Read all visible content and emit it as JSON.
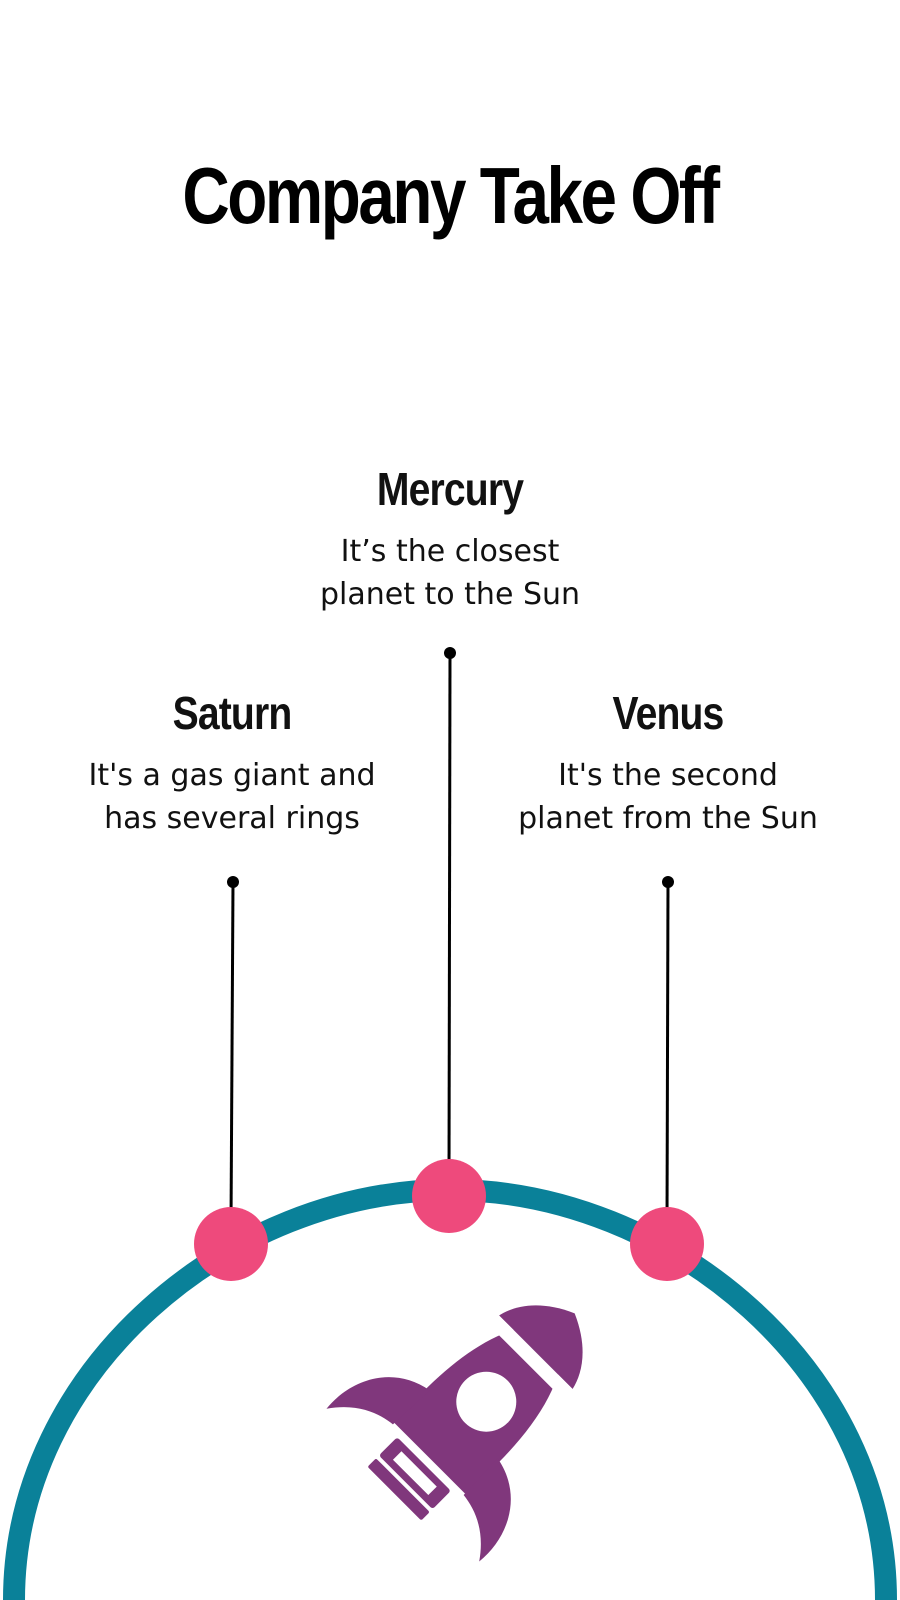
{
  "title": "Company Take Off",
  "items": {
    "mercury": {
      "heading": "Mercury",
      "text": "It’s the closest\nplanet to the Sun"
    },
    "saturn": {
      "heading": "Saturn",
      "text": "It's a gas giant and\nhas several rings"
    },
    "venus": {
      "heading": "Venus",
      "text": "It's the second\nplanet from the Sun"
    }
  },
  "colors": {
    "arc": "#0a8199",
    "node": "#ee4a7c",
    "rocket": "#80377c",
    "line": "#000000",
    "text": "#111111"
  },
  "icons": {
    "rocket": "rocket-icon"
  }
}
